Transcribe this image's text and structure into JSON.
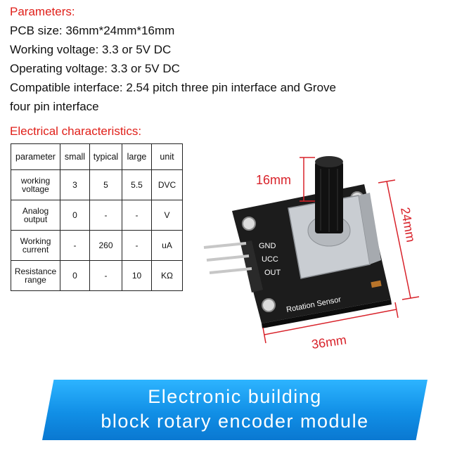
{
  "parameters": {
    "title": "Parameters:",
    "lines": [
      "PCB size: 36mm*24mm*16mm",
      "Working voltage: 3.3 or 5V DC",
      "Operating voltage: 3.3 or 5V DC",
      "Compatible interface: 2.54 pitch three pin interface and Grove",
      "four pin interface"
    ]
  },
  "electrical": {
    "title": "Electrical characteristics:",
    "headers": [
      "parameter",
      "small",
      "typical",
      "large",
      "unit"
    ],
    "rows": [
      [
        "working voltage",
        "3",
        "5",
        "5.5",
        "DVC"
      ],
      [
        "Analog output",
        "0",
        "-",
        "-",
        "V"
      ],
      [
        "Working current",
        "-",
        "260",
        "-",
        "uA"
      ],
      [
        "Resistance range",
        "0",
        "-",
        "10",
        "KΩ"
      ]
    ]
  },
  "product": {
    "dim_height": "16mm",
    "dim_depth": "24mm",
    "dim_width": "36mm",
    "pins": [
      "GND",
      "UCC",
      "OUT"
    ],
    "board_label": "Rotation Sensor",
    "colors": {
      "dimension": "#d8222a",
      "pcb": "#1c1c1c",
      "knob": "#111111",
      "housing": "#c9cdd2"
    }
  },
  "banner": {
    "line1": "Electronic building",
    "line2": "block rotary encoder module",
    "color": "#118fe6"
  }
}
